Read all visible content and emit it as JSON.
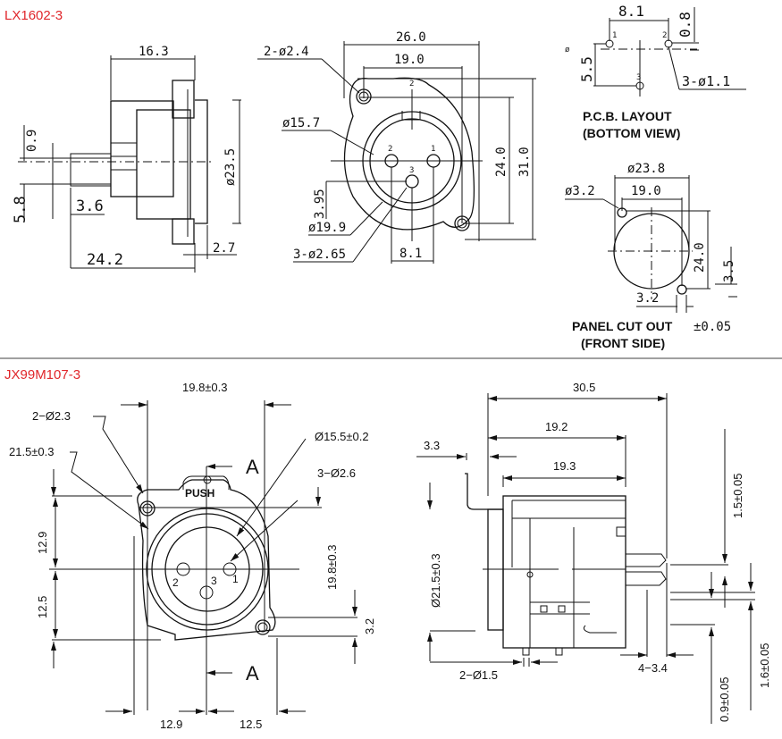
{
  "colors": {
    "title": "#e0262b",
    "line": "#111111",
    "separator": "#808080"
  },
  "lx1602": {
    "model": "LX1602-3",
    "side_view": {
      "d_16_3": "16.3",
      "d_23_5": "ø23.5",
      "d_0_9": "0.9",
      "d_5_8": "5.8",
      "d_3_6": "3.6",
      "d_24_2": "24.2",
      "d_2_7": "2.7"
    },
    "front_view": {
      "d_26_0": "26.0",
      "d_19_0": "19.0",
      "d_2_24": "2-ø2.4",
      "d_15_7": "ø15.7",
      "d_24_0": "24.0",
      "d_31_0": "31.0",
      "d_3_95": "3.95",
      "d_19_9": "ø19.9",
      "d_3_265": "3-ø2.65",
      "d_8_1": "8.1",
      "pin1": "1",
      "pin2": "2",
      "pin3": "3",
      "pin_top": "2"
    },
    "pcb": {
      "title1": "P.C.B. LAYOUT",
      "title2": "(BOTTOM VIEW)",
      "d_8_1": "8.1",
      "d_0_8": "0.8",
      "d_5_5": "5.5",
      "d_3_11": "3-ø1.1",
      "pin1": "1",
      "pin2": "2",
      "pin3": "3",
      "small": "ø"
    },
    "cutout": {
      "title1": "PANEL CUT OUT",
      "title2": "(FRONT SIDE)",
      "tolerance": "±0.05",
      "d_23_8": "ø23.8",
      "d_3_2a": "ø3.2",
      "d_19_0": "19.0",
      "d_24_0": "24.0",
      "d_3_5": "3.5",
      "d_3_2b": "3.2"
    }
  },
  "jx99m": {
    "model": "JX99M107-3",
    "front_view": {
      "d_19_8_top": "19.8±0.3",
      "d_2_23": "2−Ø2.3",
      "d_21_5": "21.5±0.3",
      "d_15_5": "Ø15.5±0.2",
      "d_3_26": "3−Ø2.6",
      "d_12_9_v": "12.9",
      "d_12_5_v": "12.5",
      "d_19_8_v": "19.8±0.3",
      "d_3_2": "3.2",
      "d_12_9_h": "12.9",
      "d_12_5_h": "12.5",
      "section_a": "A",
      "push": "PUSH",
      "pin1": "1",
      "pin2": "2",
      "pin3": "3"
    },
    "side_view": {
      "d_30_5": "30.5",
      "d_19_2": "19.2",
      "d_19_3": "19.3",
      "d_3_3": "3.3",
      "d_21_5": "Ø21.5±0.3",
      "d_2_15": "2−Ø1.5",
      "d_4_34": "4−3.4",
      "d_1_5": "1.5±0.05",
      "d_0_9": "0.9±0.05",
      "d_1_6": "1.6±0.05"
    }
  }
}
